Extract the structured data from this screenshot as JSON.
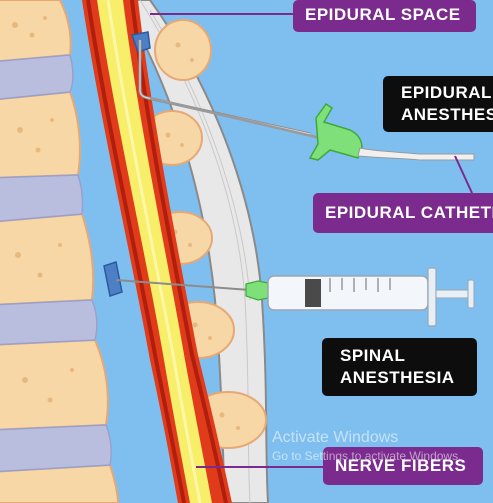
{
  "labels": {
    "epidural_space": "EPIDURAL SPACE",
    "epidural_anesthesia_line1": "EPIDURAL",
    "epidural_anesthesia_line2": "ANESTHESIA",
    "epidural_catheter": "EPIDURAL CATHETER",
    "spinal_anesthesia_line1": "SPINAL",
    "spinal_anesthesia_line2": "ANESTHESIA",
    "nerve_fibers": "NERVE FIBERS"
  },
  "watermark": {
    "title": "Activate Windows",
    "subtitle": "Go to Settings to activate Windows."
  },
  "colors": {
    "background": "#7fbff0",
    "bone": "#f6d7a5",
    "disc": "#b9bedf",
    "dura": "#e03b1a",
    "spinal_cord": "#f7ee6a",
    "needle_green": "#7fe07a",
    "label_purple": "#7b2a8e",
    "label_black": "#0d0d0d"
  },
  "icons": [
    "epidural-needle-icon",
    "syringe-icon",
    "catheter-icon"
  ]
}
